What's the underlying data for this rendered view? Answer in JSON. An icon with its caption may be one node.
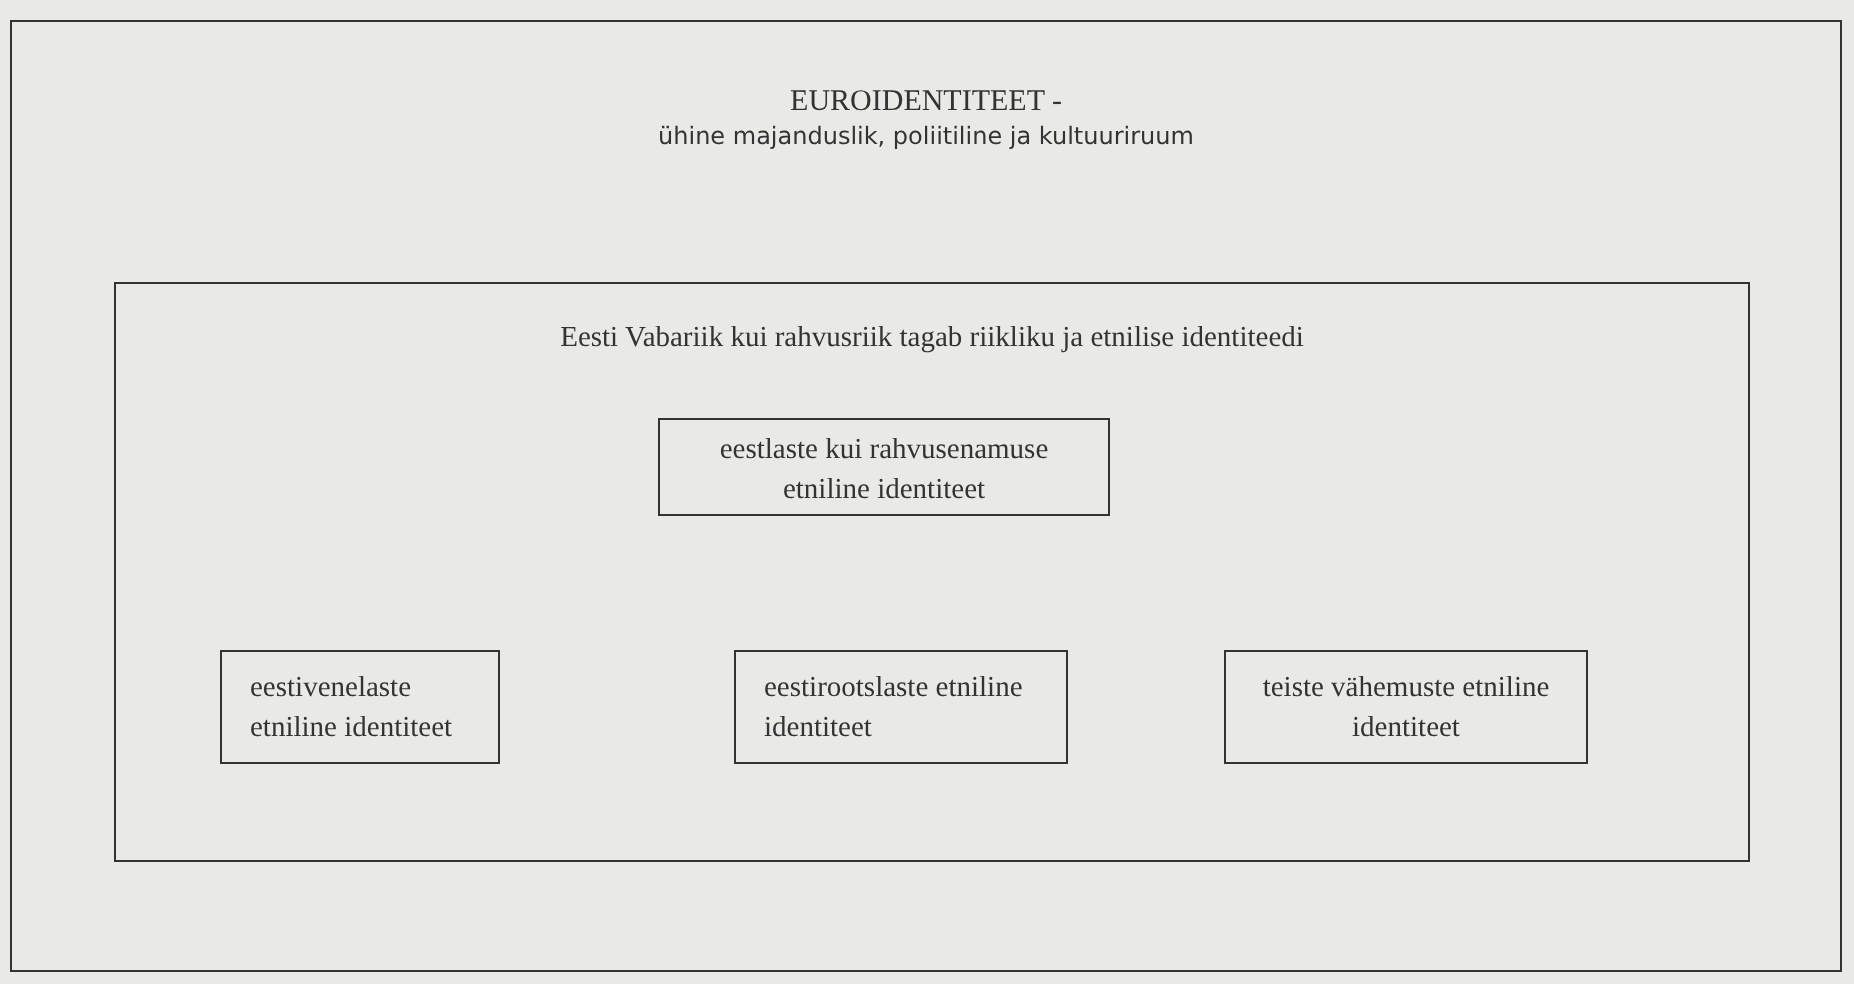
{
  "diagram": {
    "nodes": [
      {
        "text": [
          "EUROIDENTITEET -",
          "ühine majanduslik, poliitiline ja kultuuriruum"
        ]
      },
      {
        "text": [
          "Eesti Vabariik kui rahvusriik tagab riikliku ja etnilise identiteedi"
        ],
        "in": 0
      },
      {
        "text": [
          "eestlaste kui rahvusenamuse etniline identiteet"
        ],
        "in": 1
      },
      {
        "text": [
          "eestivenelaste etniline identiteet"
        ],
        "in": 1
      },
      {
        "text": [
          "eestirootslaste etniline identiteet"
        ],
        "in": 1
      },
      {
        "text": [
          "teiste vähemuste etniline identiteet"
        ],
        "in": 1
      }
    ]
  }
}
